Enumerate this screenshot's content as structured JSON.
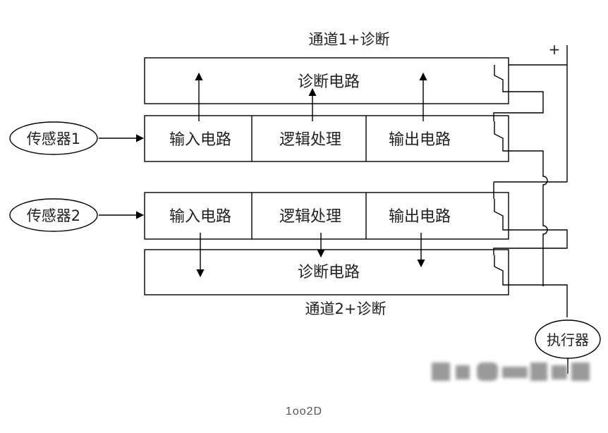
{
  "channel1_title": "通道1+诊断",
  "channel2_title": "通道2+诊断",
  "diag_label": "诊断电路",
  "input_label": "输入电路",
  "logic_label": "逻辑处理",
  "output_label": "输出电路",
  "sensor1": "传感器1",
  "sensor2": "传感器2",
  "actuator": "执行器",
  "plus": "+",
  "caption": "1oo2D"
}
